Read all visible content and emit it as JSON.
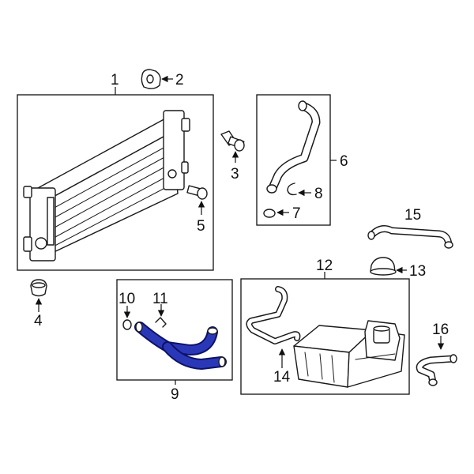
{
  "callouts": {
    "c1": "1",
    "c2": "2",
    "c3": "3",
    "c4": "4",
    "c5": "5",
    "c6": "6",
    "c7": "7",
    "c8": "8",
    "c9": "9",
    "c10": "10",
    "c11": "11",
    "c12": "12",
    "c13": "13",
    "c14": "14",
    "c15": "15",
    "c16": "16"
  },
  "colors": {
    "highlight": "#2a38b8",
    "highlight_outline": "#0d1266",
    "line": "#111111"
  }
}
